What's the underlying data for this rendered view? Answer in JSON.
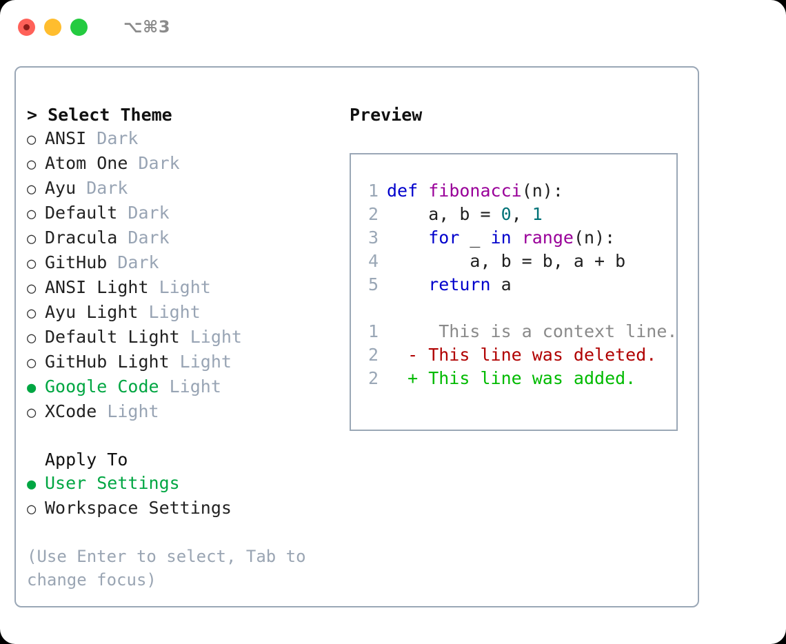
{
  "titlebar": {
    "shortcut": "⌥⌘3",
    "buttons": [
      {
        "name": "close",
        "color": "#ff6159"
      },
      {
        "name": "minimize",
        "color": "#ffbd2e"
      },
      {
        "name": "zoom",
        "color": "#24cb40"
      }
    ]
  },
  "theme_list": {
    "header": "> Select Theme",
    "items": [
      {
        "marker": "○",
        "name": "ANSI",
        "tag": "Dark",
        "selected": false
      },
      {
        "marker": "○",
        "name": "Atom One",
        "tag": "Dark",
        "selected": false
      },
      {
        "marker": "○",
        "name": "Ayu",
        "tag": "Dark",
        "selected": false
      },
      {
        "marker": "○",
        "name": "Default",
        "tag": "Dark",
        "selected": false
      },
      {
        "marker": "○",
        "name": "Dracula",
        "tag": "Dark",
        "selected": false
      },
      {
        "marker": "○",
        "name": "GitHub",
        "tag": "Dark",
        "selected": false
      },
      {
        "marker": "○",
        "name": "ANSI Light",
        "tag": "Light",
        "selected": false
      },
      {
        "marker": "○",
        "name": "Ayu Light",
        "tag": "Light",
        "selected": false
      },
      {
        "marker": "○",
        "name": "Default Light",
        "tag": "Light",
        "selected": false
      },
      {
        "marker": "○",
        "name": "GitHub Light",
        "tag": "Light",
        "selected": false
      },
      {
        "marker": "●",
        "name": "Google Code",
        "tag": "Light",
        "selected": true
      },
      {
        "marker": "○",
        "name": "XCode",
        "tag": "Light",
        "selected": false
      }
    ]
  },
  "apply_to": {
    "header": "Apply To",
    "items": [
      {
        "marker": "●",
        "name": "User Settings",
        "selected": true
      },
      {
        "marker": "○",
        "name": "Workspace Settings",
        "selected": false
      }
    ]
  },
  "hint": "(Use Enter to select, Tab to change focus)",
  "preview": {
    "label": "Preview",
    "code_lines": [
      {
        "no": "1",
        "tokens": [
          {
            "t": "def ",
            "c": "kw"
          },
          {
            "t": "fibonacci",
            "c": "fn"
          },
          {
            "t": "(n):",
            "c": "pl"
          }
        ]
      },
      {
        "no": "2",
        "tokens": [
          {
            "t": "    a, b = ",
            "c": "pl"
          },
          {
            "t": "0",
            "c": "num"
          },
          {
            "t": ", ",
            "c": "pl"
          },
          {
            "t": "1",
            "c": "num"
          }
        ]
      },
      {
        "no": "3",
        "tokens": [
          {
            "t": "    ",
            "c": "pl"
          },
          {
            "t": "for",
            "c": "kw"
          },
          {
            "t": " _ ",
            "c": "pl"
          },
          {
            "t": "in",
            "c": "kw"
          },
          {
            "t": " ",
            "c": "pl"
          },
          {
            "t": "range",
            "c": "fn"
          },
          {
            "t": "(n):",
            "c": "pl"
          }
        ]
      },
      {
        "no": "4",
        "tokens": [
          {
            "t": "        a, b = b, a + b",
            "c": "pl"
          }
        ]
      },
      {
        "no": "5",
        "tokens": [
          {
            "t": "    ",
            "c": "pl"
          },
          {
            "t": "return",
            "c": "kw"
          },
          {
            "t": " a",
            "c": "pl"
          }
        ]
      }
    ],
    "diff_lines": [
      {
        "no": "1",
        "sign": " ",
        "text": "  This is a context line.",
        "kind": "d-ctx"
      },
      {
        "no": "2",
        "sign": "-",
        "text": " This line was deleted.",
        "kind": "d-del"
      },
      {
        "no": "2",
        "sign": "+",
        "text": " This line was added.",
        "kind": "d-add"
      }
    ]
  },
  "colors": {
    "accent_green": "#00a642",
    "tag_grey": "#98a4b4",
    "border": "#9aa7b6",
    "keyword": "#0000cc",
    "function": "#990099",
    "number": "#007277",
    "diff_added": "#00ba00",
    "diff_deleted": "#b00000",
    "diff_context": "#8a8a8a"
  }
}
